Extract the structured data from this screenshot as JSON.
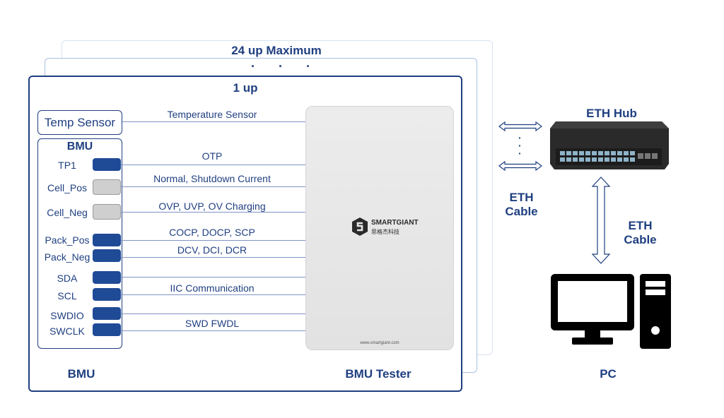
{
  "frames": {
    "max_title": "24 up Maximum",
    "dots": "· · ·",
    "one_title": "1 up"
  },
  "temp_sensor": "Temp Sensor",
  "bmu_box_title": "BMU",
  "pins": [
    {
      "label": "TP1",
      "style": "blue"
    },
    {
      "label": "Cell_Pos",
      "style": "gray"
    },
    {
      "label": "Cell_Neg",
      "style": "gray"
    },
    {
      "label": "Pack_Pos",
      "style": "blue"
    },
    {
      "label": "Pack_Neg",
      "style": "blue"
    },
    {
      "label": "SDA",
      "style": "blue"
    },
    {
      "label": "SCL",
      "style": "blue"
    },
    {
      "label": "SWDIO",
      "style": "blue"
    },
    {
      "label": "SWCLK",
      "style": "blue"
    }
  ],
  "signals": {
    "temperature": "Temperature Sensor",
    "otp": "OTP",
    "current": "Normal, Shutdown Current",
    "ovp": "OVP, UVP, OV Charging",
    "cocp": "COCP, DOCP, SCP",
    "dcv": "DCV, DCI, DCR",
    "iic": "IIC Communication",
    "swd": "SWD FWDL"
  },
  "tester": {
    "brand": "SMARTGIANT",
    "brand_cn": "思格杰科技",
    "url": "www.smartgiant.com"
  },
  "bottom_labels": {
    "bmu": "BMU",
    "tester": "BMU Tester",
    "pc": "PC"
  },
  "network": {
    "hub": "ETH Hub",
    "cable_left": "ETH Cable",
    "cable_right": "ETH Cable"
  },
  "colors": {
    "navy": "#1f3f80",
    "pin_blue": "#1f4a96",
    "pin_gray": "#cfcfcf"
  }
}
